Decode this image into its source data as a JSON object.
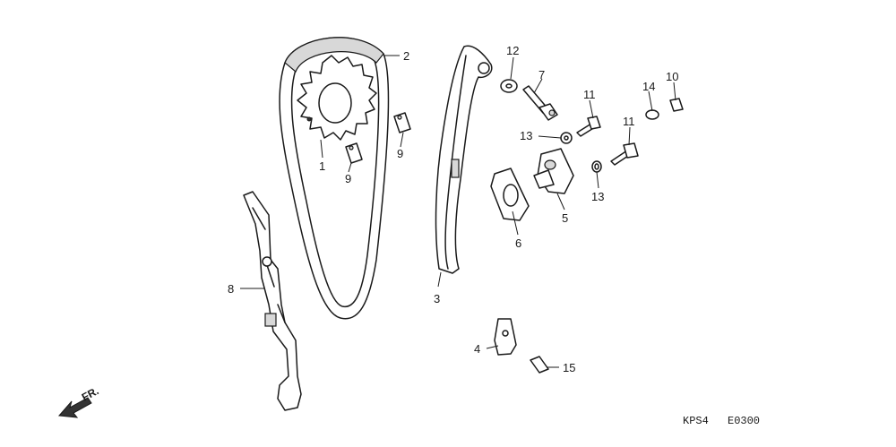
{
  "diagram": {
    "callouts": {
      "p1": "1",
      "p2": "2",
      "p3": "3",
      "p4": "4",
      "p5": "5",
      "p6": "6",
      "p7": "7",
      "p8": "8",
      "p9a": "9",
      "p9b": "9",
      "p10": "10",
      "p11a": "11",
      "p11b": "11",
      "p12": "12",
      "p13a": "13",
      "p13b": "13",
      "p14": "14",
      "p15": "15"
    },
    "front_arrow_label": "FR.",
    "code_left": "KPS4",
    "code_right": "E0300"
  }
}
